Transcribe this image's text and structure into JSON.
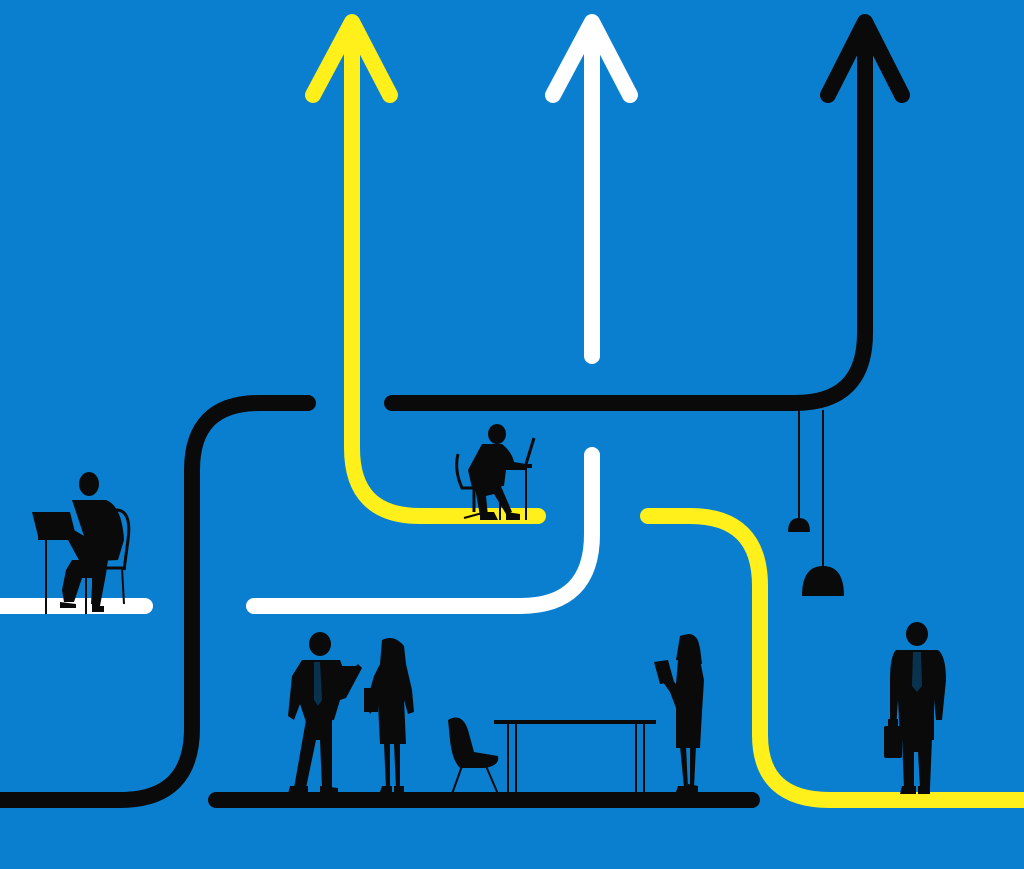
{
  "colors": {
    "background": "#0a7fcf",
    "yellow": "#ffef1a",
    "white": "#ffffff",
    "black": "#0a0a0a"
  },
  "scene": {
    "subject": "career-path-arrows-illustration",
    "arrows": [
      {
        "name": "yellow-arrow",
        "color": "yellow"
      },
      {
        "name": "white-arrow",
        "color": "white"
      },
      {
        "name": "black-arrow",
        "color": "black"
      }
    ],
    "figures": [
      "man-at-laptop-desk-icon",
      "man-at-desk-center-icon",
      "man-reading-tablet-icon",
      "woman-with-folder-icon",
      "woman-with-tablet-icon",
      "businessman-with-briefcase-icon",
      "office-chair-icon",
      "office-table-icon",
      "pendant-lamp-icon"
    ]
  }
}
